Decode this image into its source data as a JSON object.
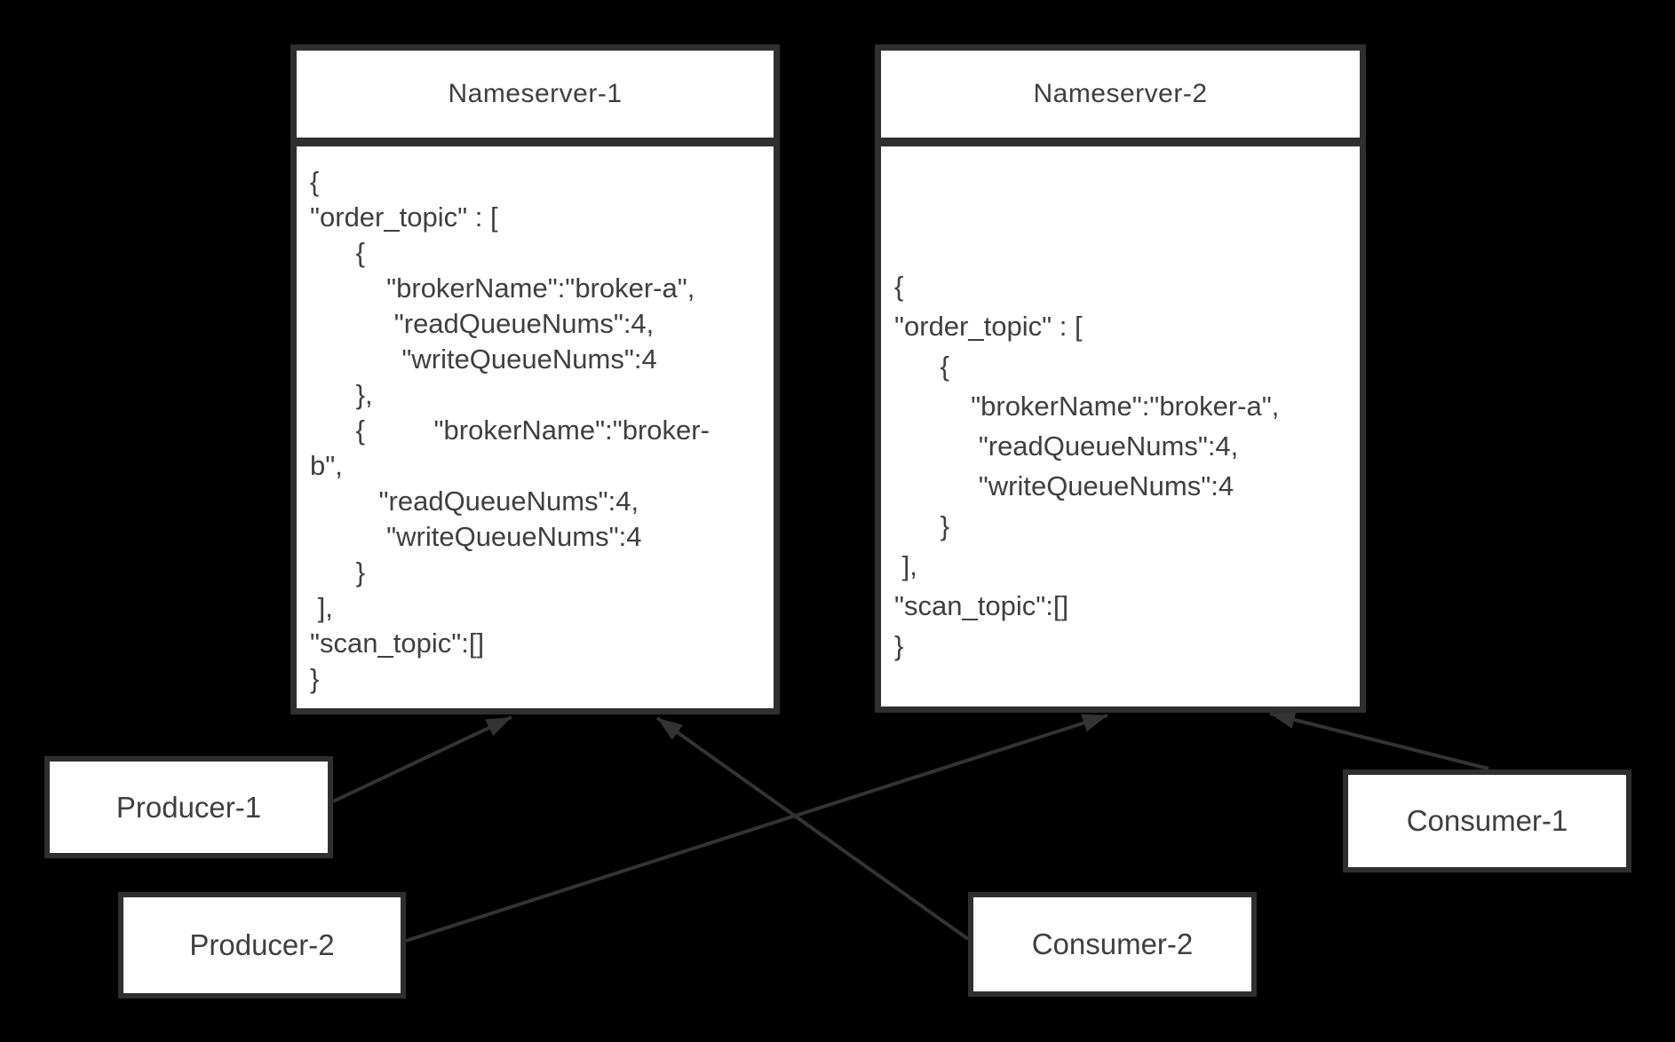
{
  "background": "#000000",
  "colors": {
    "bg": "#000000",
    "box_fill": "#ffffff",
    "box_border": "#2f2f2f",
    "text": "#3f3f3f",
    "arrow": "#333333"
  },
  "nameserver1": {
    "title": "Nameserver-1",
    "body_lines": [
      "{",
      "\"order_topic\" : [",
      "      {",
      "          \"brokerName\":\"broker-a\",",
      "           \"readQueueNums\":4,",
      "            \"writeQueueNums\":4",
      "      },",
      "      {         \"brokerName\":\"broker-",
      "b\",",
      "         \"readQueueNums\":4,",
      "          \"writeQueueNums\":4",
      "      }",
      " ],",
      "\"scan_topic\":[]",
      "}"
    ]
  },
  "nameserver2": {
    "title": "Nameserver-2",
    "body_lines": [
      "{",
      "\"order_topic\" : [",
      "      {",
      "          \"brokerName\":\"broker-a\",",
      "           \"readQueueNums\":4,",
      "           \"writeQueueNums\":4",
      "      }",
      " ],",
      "\"scan_topic\":[]",
      "}"
    ]
  },
  "clients": [
    {
      "label": "Producer-1"
    },
    {
      "label": "Producer-2"
    },
    {
      "label": "Consumer-1"
    },
    {
      "label": "Consumer-2"
    }
  ]
}
